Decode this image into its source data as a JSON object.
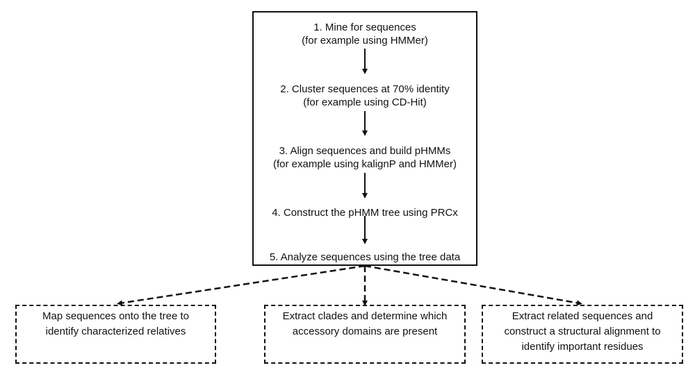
{
  "diagram": {
    "steps": [
      {
        "line1": "1. Mine for sequences",
        "line2": "(for example using HMMer)"
      },
      {
        "line1": "2. Cluster sequences at 70% identity",
        "line2": "(for example using CD-Hit)"
      },
      {
        "line1": "3. Align sequences and build pHMMs",
        "line2": "(for example using kalignP and HMMer)"
      },
      {
        "line1": "4. Construct the pHMM tree using PRCx",
        "line2": ""
      },
      {
        "line1": "5. Analyze sequences using the tree data",
        "line2": ""
      }
    ],
    "outputs": [
      {
        "line1": "Map sequences onto the tree to",
        "line2": "identify characterized relatives",
        "line3": ""
      },
      {
        "line1": "Extract clades and determine which",
        "line2": "accessory domains are present",
        "line3": ""
      },
      {
        "line1": "Extract related sequences and",
        "line2": "construct a structural alignment to",
        "line3": "identify important residues"
      }
    ]
  }
}
